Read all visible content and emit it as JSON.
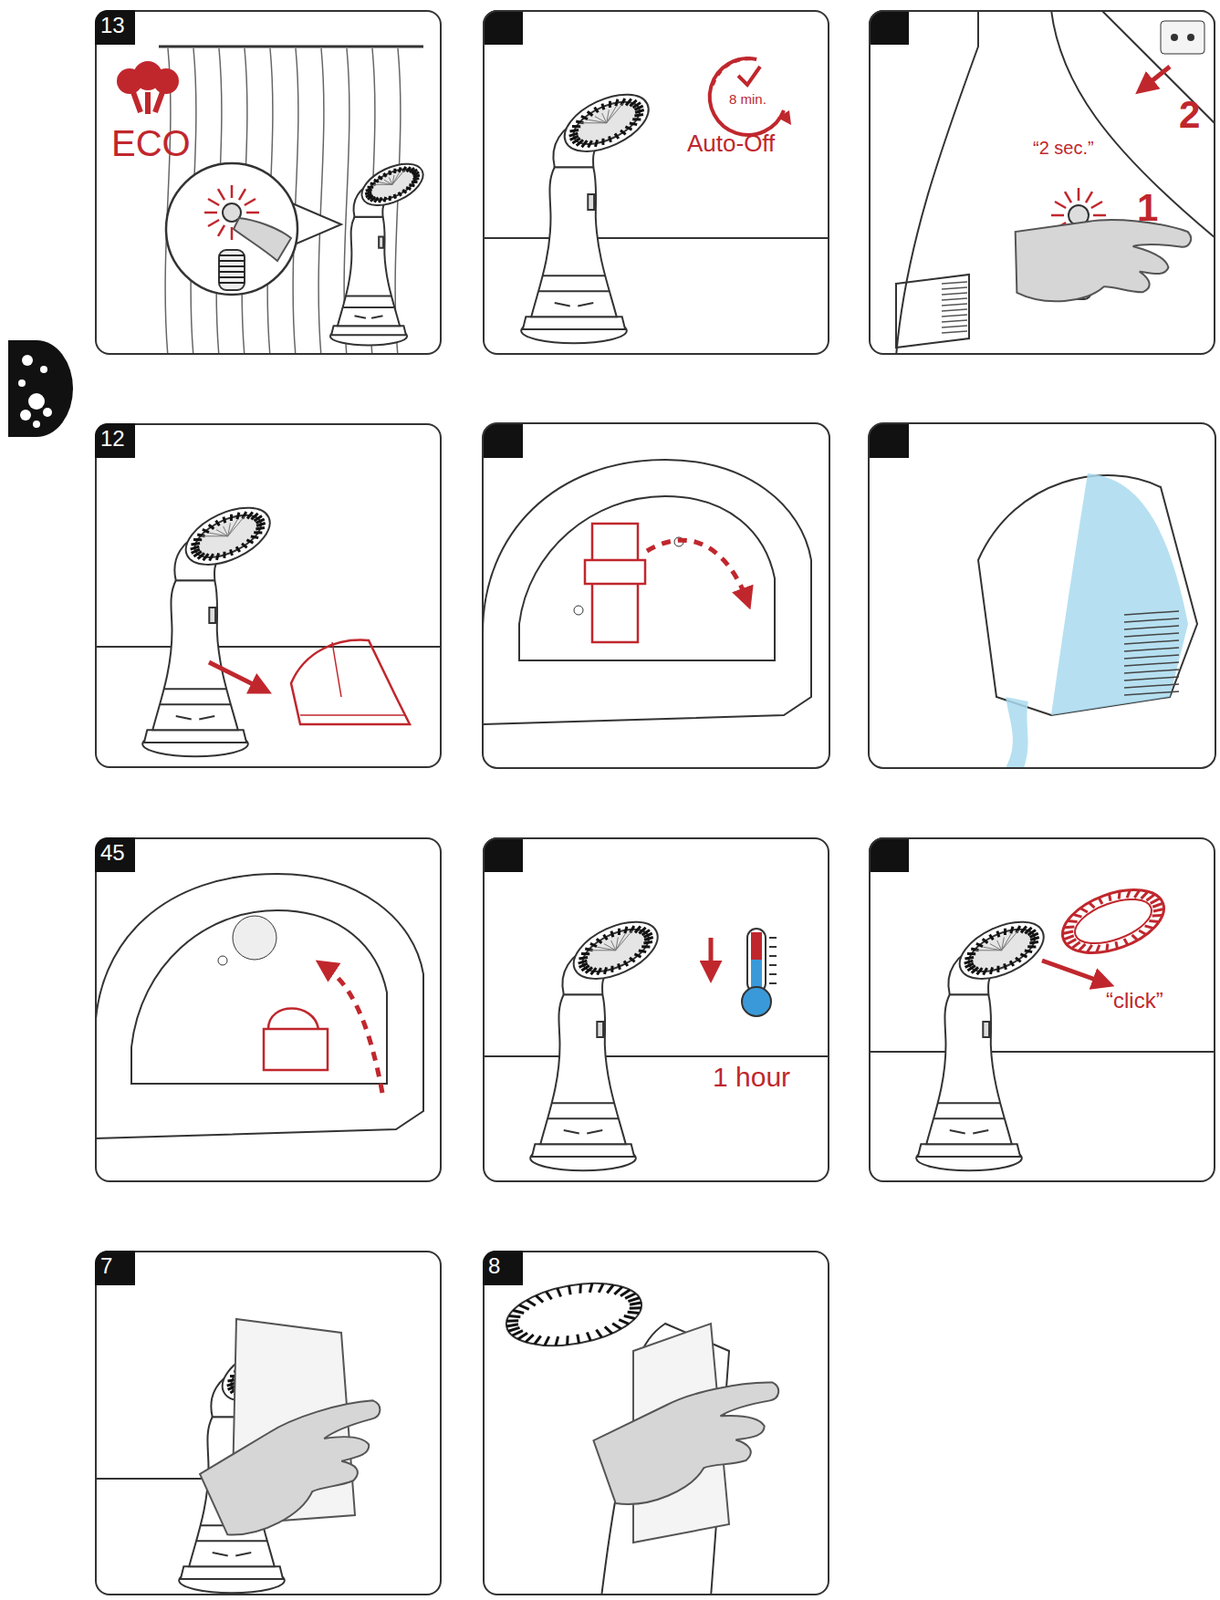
{
  "diagram": {
    "nodes": [
      {
        "text": [
          "13",
          "ECO"
        ]
      },
      {
        "text": [
          "8 min.",
          "Auto-Off"
        ]
      },
      {
        "text": [
          "2",
          "“2 sec.”",
          "1"
        ]
      },
      {
        "text": [
          "12"
        ]
      },
      {
        "text": [
          "45"
        ]
      },
      {
        "text": [
          "1 hour"
        ]
      },
      {
        "text": [
          "“click”"
        ]
      },
      {
        "text": [
          "7"
        ]
      },
      {
        "text": [
          "8"
        ]
      }
    ]
  }
}
